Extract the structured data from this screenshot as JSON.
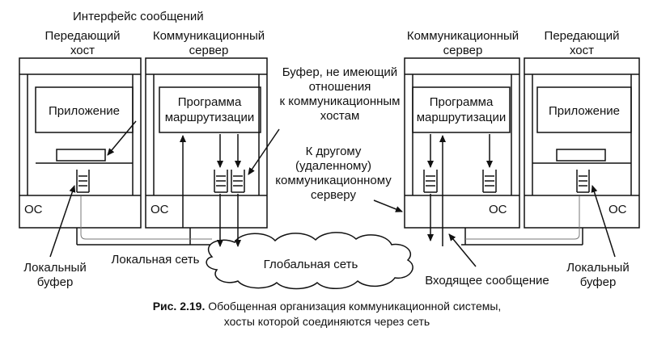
{
  "labels": {
    "interface": "Интерфейс сообщений",
    "left_host_1": "Передающий",
    "left_host_2": "хост",
    "left_server_1": "Коммуникационный",
    "left_server_2": "сервер",
    "buffer_1": "Буфер, не имеющий",
    "buffer_2": "отношения",
    "buffer_3": "к коммуникационным",
    "buffer_4": "хостам",
    "right_server_1": "Коммуникационный",
    "right_server_2": "сервер",
    "right_host_1": "Передающий",
    "right_host_2": "хост",
    "remote_1": "К другому",
    "remote_2": "(удаленному)",
    "remote_3": "коммуникационному",
    "remote_4": "серверу",
    "local_buf_l1": "Локальный",
    "local_buf_l2": "буфер",
    "local_net": "Локальная сеть",
    "global_net": "Глобальная сеть",
    "incoming": "Входящее сообщение",
    "local_buf_r1": "Локальный",
    "local_buf_r2": "буфер"
  },
  "boxes": {
    "app_left": "Приложение",
    "routing_left_1": "Программа",
    "routing_left_2": "маршрутизации",
    "routing_right_1": "Программа",
    "routing_right_2": "маршрутизации",
    "app_right": "Приложение",
    "os": "ОС"
  },
  "caption": {
    "figure_label": "Рис. 2.19.",
    "line1": " Обобщенная организация коммуникационной системы,",
    "line2": "хосты которой соединяются через сеть"
  }
}
